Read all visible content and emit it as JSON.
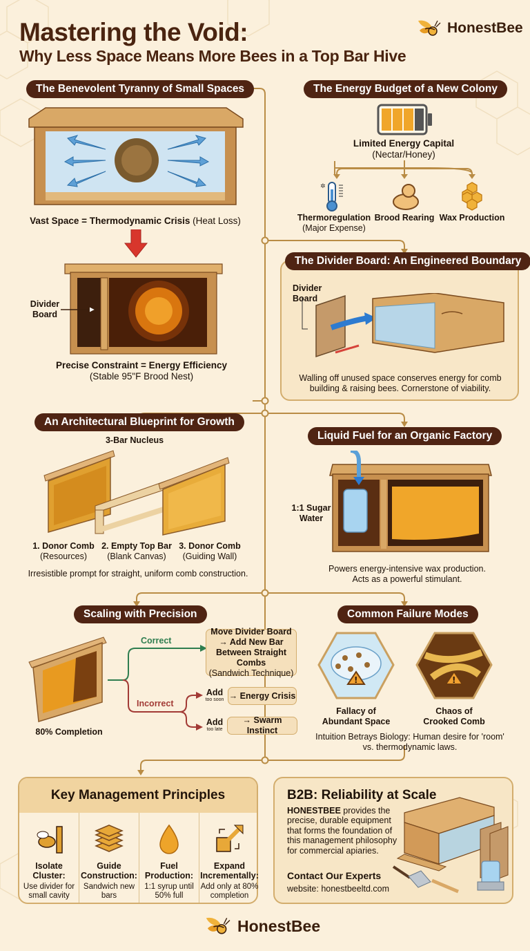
{
  "header": {
    "title": "Mastering the Void:",
    "subtitle": "Why Less Space Means More Bees in a Top Bar Hive",
    "brand": "HonestBee"
  },
  "colors": {
    "background": "#fbf0dc",
    "pill": "#4f2413",
    "connector": "#b98c45",
    "correct": "#2e7d4f",
    "incorrect": "#a23a35",
    "honey": "#e9a52b"
  },
  "sections": {
    "tyranny": {
      "title": "The Benevolent Tyranny of Small Spaces",
      "caption_top_bold": "Vast Space = Thermodynamic Crisis",
      "caption_top_normal": "(Heat Loss)",
      "divider_label": "Divider\nBoard",
      "caption_bottom_bold": "Precise Constraint = Energy Efficiency",
      "caption_bottom_normal": "(Stable 95\"F Brood Nest)"
    },
    "energy": {
      "title": "The Energy Budget of a New Colony",
      "capital_bold": "Limited Energy Capital",
      "capital_normal": "(Nectar/Honey)",
      "items": [
        {
          "label": "Thermoregulation",
          "sub": "(Major Expense)",
          "icon": "thermometer-icon"
        },
        {
          "label": "Brood Rearing",
          "sub": "",
          "icon": "larva-icon"
        },
        {
          "label": "Wax Production",
          "sub": "",
          "icon": "honeycomb-icon"
        }
      ]
    },
    "divider": {
      "title": "The Divider Board: An Engineered Boundary",
      "label": "Divider Board",
      "caption": "Walling off unused space conserves energy for comb building & raising bees. Cornerstone of viability."
    },
    "blueprint": {
      "title": "An Architectural Blueprint for Growth",
      "heading": "3-Bar Nucleus",
      "bars": [
        {
          "label": "1. Donor Comb",
          "sub": "(Resources)"
        },
        {
          "label": "2. Empty Top Bar",
          "sub": "(Blank Canvas)"
        },
        {
          "label": "3. Donor Comb",
          "sub": "(Guiding Wall)"
        }
      ],
      "caption": "Irresistible prompt for straight, uniform comb construction."
    },
    "fuel": {
      "title": "Liquid Fuel for an Organic Factory",
      "label": "1:1 Sugar\nWater",
      "caption_line1": "Powers energy-intensive wax production.",
      "caption_line2": "Acts as a powerful stimulant."
    },
    "scaling": {
      "title": "Scaling with Precision",
      "frame_label": "80% Completion",
      "correct_label": "Correct",
      "correct_box_bold": "Move Divider Board → Add New Bar Between Straight Combs",
      "correct_box_normal": "(Sandwich Technique)",
      "incorrect_label": "Incorrect",
      "soon": {
        "add": "Add",
        "when": "too soon",
        "result": "→ Energy Crisis"
      },
      "late": {
        "add": "Add",
        "when": "too late",
        "result": "→ Swarm Instinct"
      }
    },
    "failure": {
      "title": "Common Failure Modes",
      "modes": [
        {
          "label": "Fallacy of\nAbundant Space",
          "icon": "frozen-cluster-icon"
        },
        {
          "label": "Chaos of\nCrooked Comb",
          "icon": "crooked-comb-icon"
        }
      ],
      "caption_line1": "Intuition Betrays Biology: Human desire for 'room'",
      "caption_line2": "vs. thermodynamic laws."
    },
    "principles": {
      "title": "Key Management Principles",
      "items": [
        {
          "title": "Isolate Cluster:",
          "desc": "Use divider for small cavity",
          "icon": "bee-divider-icon"
        },
        {
          "title": "Guide Construction:",
          "desc": "Sandwich new bars",
          "icon": "stacked-bars-icon"
        },
        {
          "title": "Fuel Production:",
          "desc": "1:1 syrup until 50% full",
          "icon": "drop-icon"
        },
        {
          "title": "Expand Incrementally:",
          "desc": "Add only at 80% completion",
          "icon": "expand-arrow-icon"
        }
      ]
    },
    "b2b": {
      "title": "B2B: Reliability at Scale",
      "brand_caps": "HONESTBEE",
      "body": " provides the precise, durable equipment that forms the foundation of this management philosophy for commercial apiaries.",
      "contact_heading": "Contact Our Experts",
      "website": "website: honestbeeltd.com"
    }
  },
  "footer": {
    "brand": "HonestBee"
  }
}
